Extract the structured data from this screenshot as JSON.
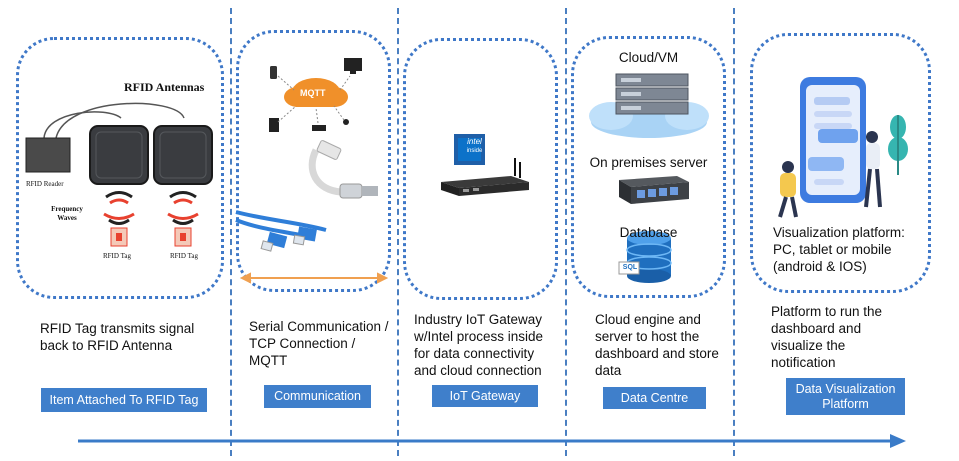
{
  "stages": [
    {
      "id": "rfid",
      "description": "RFID Tag transmits signal back to RFID Antenna",
      "badge": "Item Attached To RFID Tag",
      "labels": {
        "antennas": "RFID Antennas",
        "reader": "RFID Reader",
        "waves": "Frequency Waves",
        "tag_left": "RFID Tag",
        "tag_right": "RFID Tag"
      }
    },
    {
      "id": "communication",
      "description": "Serial Communication /  TCP Connection / MQTT",
      "badge": "Communication",
      "labels": {
        "mqtt": "MQTT"
      }
    },
    {
      "id": "gateway",
      "description": "Industry IoT Gateway w/Intel process inside for data connectivity and cloud connection",
      "badge": "IoT Gateway",
      "labels": {
        "intel_brand": "intel",
        "intel_sub": "inside"
      }
    },
    {
      "id": "datacentre",
      "description": "Cloud engine and server to host the dashboard and store data",
      "badge": "Data Centre",
      "labels": {
        "cloud": "Cloud/VM",
        "server": "On premises server",
        "database": "Database",
        "sql": "SQL"
      }
    },
    {
      "id": "visualization",
      "description": "Platform to run the dashboard and visualize the notification",
      "badge": "Data Visualization Platform",
      "labels": {
        "platform": "Visualization platform: PC, tablet or mobile (android & IOS)"
      }
    }
  ],
  "colors": {
    "accent": "#3f7fcb",
    "divider": "#4a7fc1",
    "mqtt_cloud": "#f0902a",
    "wave_red": "#e8412f",
    "arrow": "#3a7bc8"
  }
}
